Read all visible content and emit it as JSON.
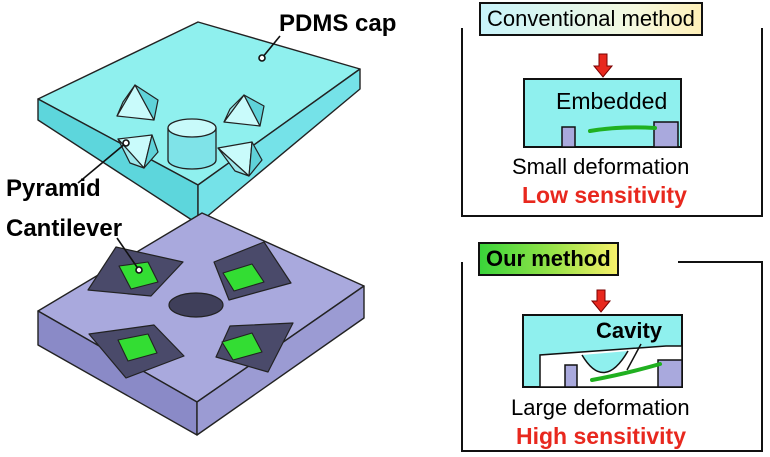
{
  "left": {
    "pdms_label": "PDMS cap",
    "pyramid_label": "Pyramid",
    "cantilever_label": "Cantilever"
  },
  "conventional": {
    "title": "Conventional method",
    "inner_label": "Embedded",
    "deformation": "Small deformation",
    "sensitivity": "Low sensitivity"
  },
  "ours": {
    "title": "Our method",
    "inner_label": "Cavity",
    "deformation": "Large deformation",
    "sensitivity": "High sensitivity"
  },
  "colors": {
    "pdms_fill": "#8ff0ee",
    "substrate_fill": "#a9a9dd",
    "cantilever_green": "#33dd33",
    "arrow_red": "#e8281e",
    "sensitivity_red": "#e8281e"
  }
}
